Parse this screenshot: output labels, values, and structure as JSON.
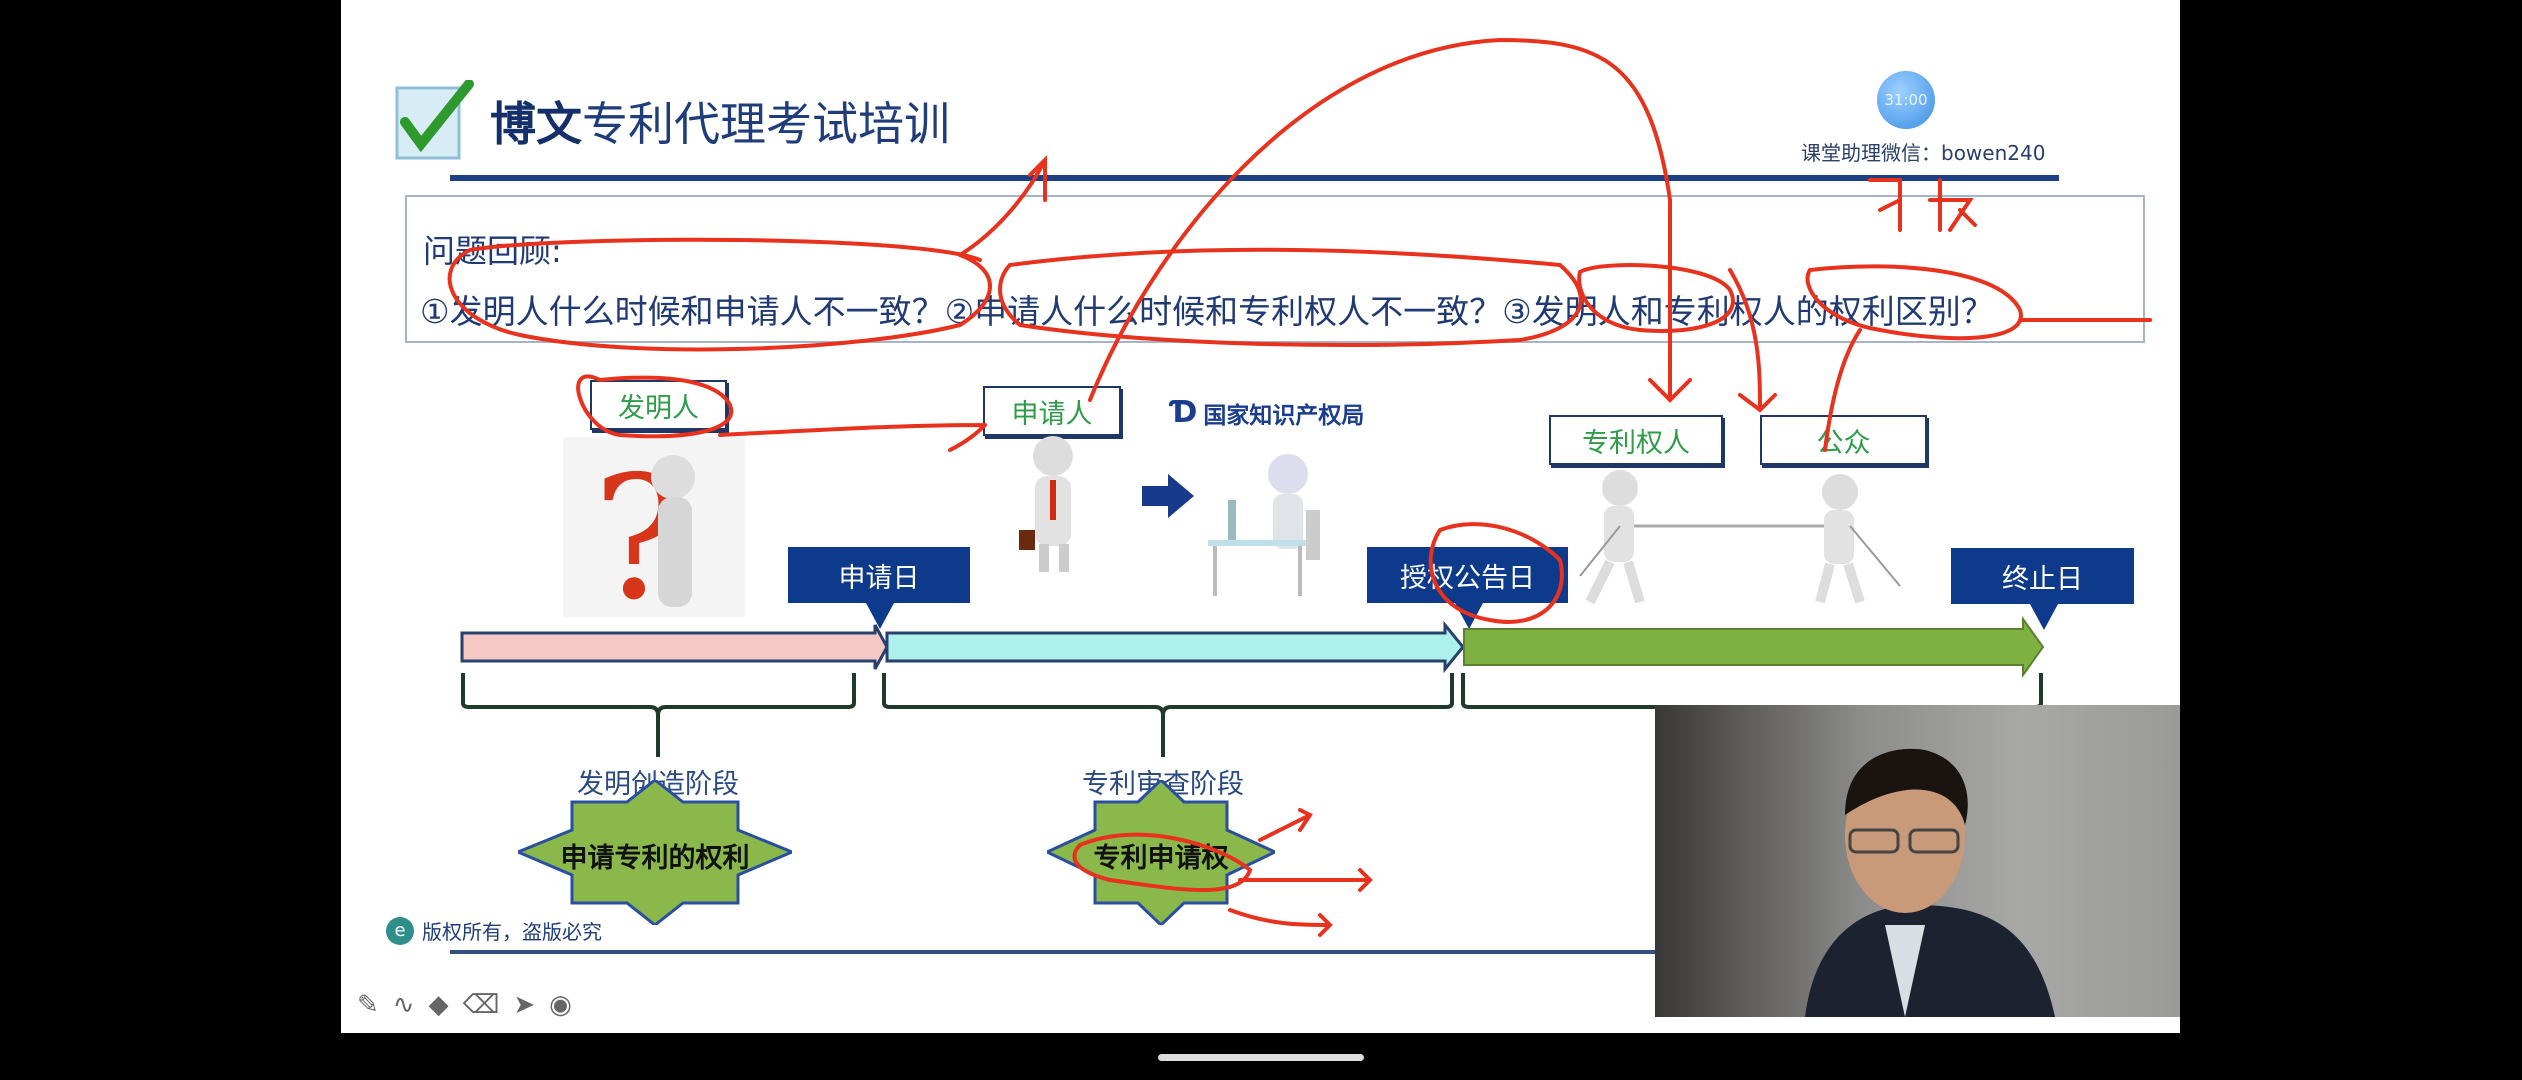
{
  "header": {
    "title_bold": "博文",
    "title_rest": "专利代理考试培训",
    "assistant": "课堂助理微信：bowen240",
    "timer": "31:00"
  },
  "question_box": {
    "heading": "问题回顾:",
    "questions": "①发明人什么时候和申请人不一致？②申请人什么时候和专利权人不一致？③发明人和专利权人的权利区别？"
  },
  "roles": {
    "inventor": "发明人",
    "applicant": "申请人",
    "office_logo": "国家知识产权局",
    "patentee": "专利权人",
    "public": "公众"
  },
  "dates": {
    "filing": "申请日",
    "grant": "授权公告日",
    "termination": "终止日"
  },
  "stages": {
    "invention": "发明创造阶段",
    "examination": "专利审查阶段"
  },
  "rights": {
    "right_to_apply": "申请专利的权利",
    "application_right": "专利申请权"
  },
  "footer": {
    "copyright": "版权所有，盗版必究"
  },
  "annotation_text": "对抗",
  "colors": {
    "navy": "#0e3a8c",
    "ink": "#e8321e",
    "green": "#8ab84a"
  }
}
